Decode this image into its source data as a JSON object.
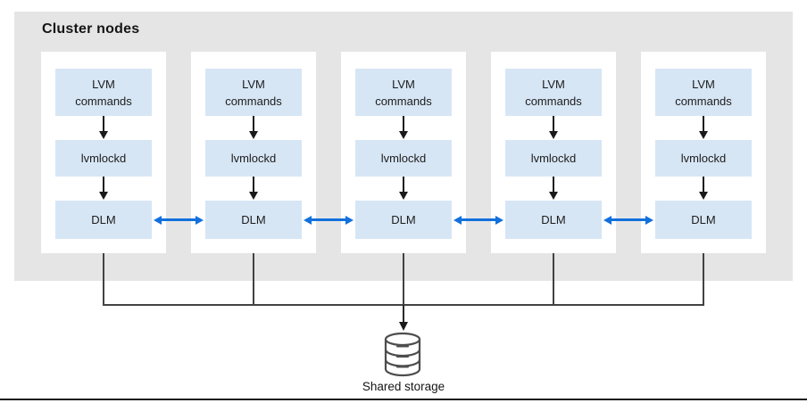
{
  "figure": {
    "title": "Cluster nodes",
    "storage_label": "Shared storage"
  },
  "colors": {
    "container_bg": "#e5e5e5",
    "node_bg": "#ffffff",
    "box_bg": "#d7e6f5",
    "box_text": "#1c1c1c",
    "black_arrow": "#1a1a1a",
    "blue_arrow": "#1270dd",
    "converge_line": "#424242",
    "storage_icon_stroke": "#4d4d4d"
  },
  "nodes": [
    {
      "boxes": [
        {
          "name": "lvm-commands",
          "lines": [
            "LVM",
            "commands"
          ]
        },
        {
          "name": "lvmlockd",
          "lines": [
            "lvmlockd"
          ]
        },
        {
          "name": "dlm",
          "lines": [
            "DLM"
          ]
        }
      ]
    },
    {
      "boxes": [
        {
          "name": "lvm-commands",
          "lines": [
            "LVM",
            "commands"
          ]
        },
        {
          "name": "lvmlockd",
          "lines": [
            "lvmlockd"
          ]
        },
        {
          "name": "dlm",
          "lines": [
            "DLM"
          ]
        }
      ]
    },
    {
      "boxes": [
        {
          "name": "lvm-commands",
          "lines": [
            "LVM",
            "commands"
          ]
        },
        {
          "name": "lvmlockd",
          "lines": [
            "lvmlockd"
          ]
        },
        {
          "name": "dlm",
          "lines": [
            "DLM"
          ]
        }
      ]
    },
    {
      "boxes": [
        {
          "name": "lvm-commands",
          "lines": [
            "LVM",
            "commands"
          ]
        },
        {
          "name": "lvmlockd",
          "lines": [
            "lvmlockd"
          ]
        },
        {
          "name": "dlm",
          "lines": [
            "DLM"
          ]
        }
      ]
    },
    {
      "boxes": [
        {
          "name": "lvm-commands",
          "lines": [
            "LVM",
            "commands"
          ]
        },
        {
          "name": "lvmlockd",
          "lines": [
            "lvmlockd"
          ]
        },
        {
          "name": "dlm",
          "lines": [
            "DLM"
          ]
        }
      ]
    }
  ],
  "connections": {
    "dlm_links": "bidirectional-blue-arrows",
    "storage_link": "all-nodes-converge-to-shared-storage"
  }
}
